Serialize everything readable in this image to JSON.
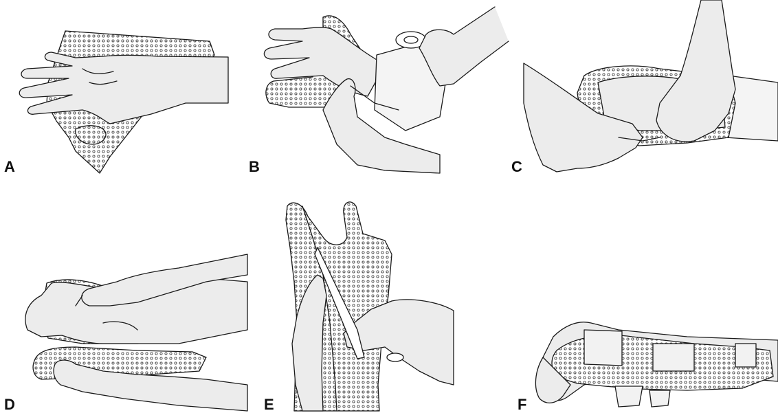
{
  "panels": [
    {
      "id": "A"
    },
    {
      "id": "B"
    },
    {
      "id": "C"
    },
    {
      "id": "D"
    },
    {
      "id": "E"
    },
    {
      "id": "F"
    }
  ],
  "colors": {
    "skin": "#ececec",
    "outline": "#1a1a1a",
    "perforated_sheet": "#ffffff",
    "bandage": "#f4f4f4",
    "strap": "#f2f2f2"
  }
}
